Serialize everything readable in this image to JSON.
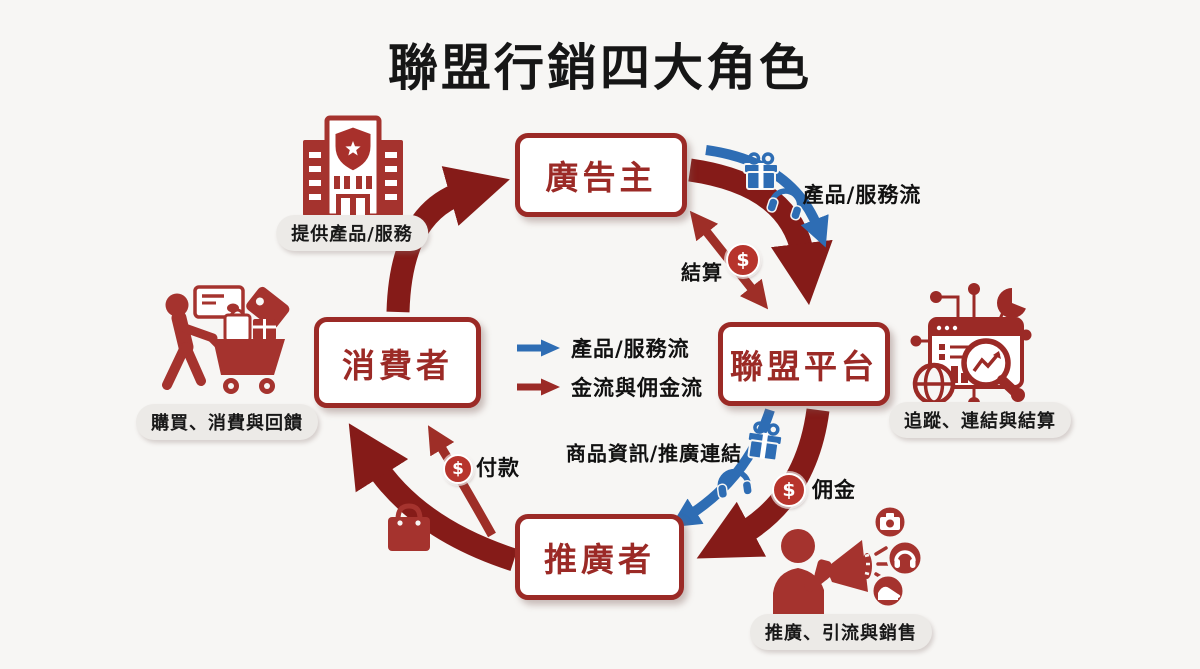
{
  "title": "聯盟行銷四大角色",
  "nodes": {
    "advertiser": {
      "label": "廣告主"
    },
    "platform": {
      "label": "聯盟平台"
    },
    "promoter": {
      "label": "推廣者"
    },
    "consumer": {
      "label": "消費者"
    }
  },
  "captions": {
    "advertiser": "提供產品/服務",
    "consumer": "購買、消費與回饋",
    "platform": "追蹤、連結與結算",
    "promoter": "推廣、引流與銷售"
  },
  "flows": {
    "product_service_flow": "產品/服務流",
    "settlement": "結算",
    "product_info_links": "商品資訊/推廣連結",
    "commission": "佣金",
    "payment": "付款",
    "coin_symbol": "$"
  },
  "legend": {
    "items": [
      {
        "label": "產品/服務流",
        "color": "#2e6db4"
      },
      {
        "label": "金流與佣金流",
        "color": "#9b2a26"
      }
    ]
  },
  "colors": {
    "ring_red": "#851b18",
    "box_red": "#9b2a26",
    "coin_red": "#b7342c",
    "flow_blue": "#2e6db4",
    "background": "#f7f6f4",
    "pill_gray": "#eceae7",
    "text_black": "#161616"
  },
  "icons": {
    "advertiser": "company-building-icon",
    "consumer": "shopper-cart-icon",
    "platform": "analytics-tracking-icon",
    "promoter": "megaphone-person-icon",
    "money": "dollar-coin-icon",
    "product": "gift-icon",
    "service": "headphones-icon",
    "bag": "shopping-bag-icon"
  }
}
